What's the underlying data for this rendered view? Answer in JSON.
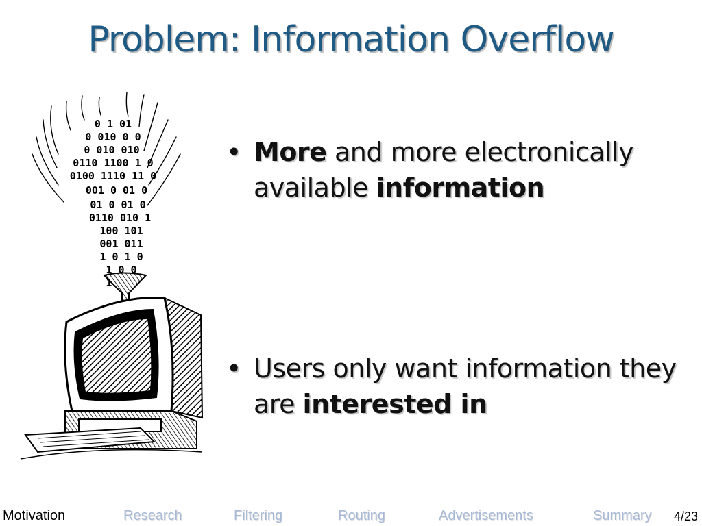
{
  "slide": {
    "title": "Problem: Information Overflow"
  },
  "illustration": {
    "icon": "computer-binary-stream-icon",
    "binary_rows": [
      "0  1  01",
      "0 010 0 0",
      "0 010 010",
      "0110 1100 1  0",
      "0100 1110 11 0",
      "001 0 01 0",
      "01 0 01 0",
      "0110 010 1",
      "100 101",
      "001 011",
      "1 0 1 0",
      "1 0 0",
      "1 0 1"
    ]
  },
  "bullets": [
    {
      "marker": "•",
      "bold1": "More",
      "text1": " and more electronically available ",
      "bold2": "information"
    },
    {
      "marker": "•",
      "text1": "Users only want information they are ",
      "bold1": "interested in"
    }
  ],
  "nav": {
    "items": [
      "Motivation",
      "Research",
      "Filtering",
      "Routing",
      "Advertisements",
      "Summary"
    ],
    "page": "4/23"
  },
  "colors": {
    "title": "#1f5a85",
    "nav_active": "#000000",
    "nav_inactive": "#a8b9d6"
  }
}
